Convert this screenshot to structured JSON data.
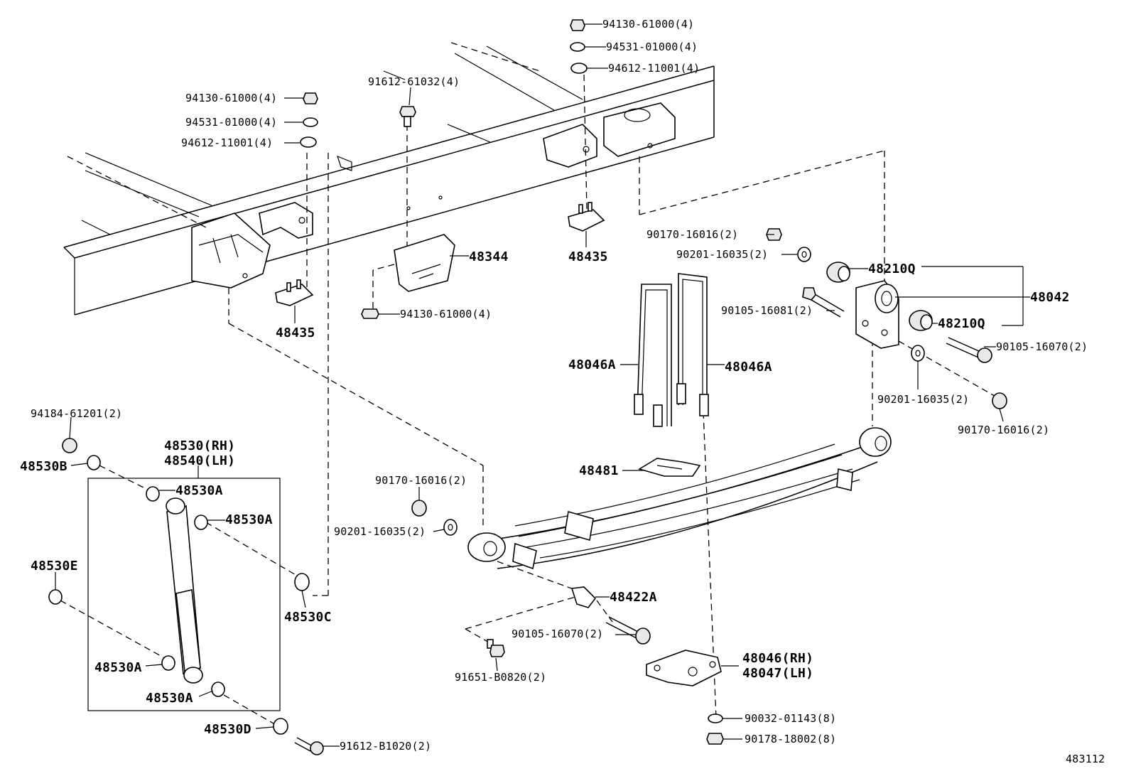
{
  "diagram": {
    "figure_id": "483112",
    "labels": {
      "p_94130_top": "94130-61000(4)",
      "p_94531_top": "94531-01000(4)",
      "p_94612_top": "94612-11001(4)",
      "p_94130_left": "94130-61000(4)",
      "p_94531_left": "94531-01000(4)",
      "p_94612_left": "94612-11001(4)",
      "p_91612_61032": "91612-61032(4)",
      "p_48344": "48344",
      "p_94130_mid": "94130-61000(4)",
      "p_48435_left": "48435",
      "p_48435_right": "48435",
      "p_90170_top": "90170-16016(2)",
      "p_90201_top": "90201-16035(2)",
      "p_48210q_top": "48210Q",
      "p_48042": "48042",
      "p_90105_16081": "90105-16081(2)",
      "p_48210q_bot": "48210Q",
      "p_90105_right": "90105-16070(2)",
      "p_90201_right": "90201-16035(2)",
      "p_90170_right": "90170-16016(2)",
      "p_48046a_left": "48046A",
      "p_48046a_right": "48046A",
      "p_48481": "48481",
      "p_94184": "94184-61201(2)",
      "p_48530_rh": "48530(RH)",
      "p_48540_lh": "48540(LH)",
      "p_48530b": "48530B",
      "p_48530a_1": "48530A",
      "p_48530a_2": "48530A",
      "p_48530e": "48530E",
      "p_48530c": "48530C",
      "p_48530a_3": "48530A",
      "p_48530a_4": "48530A",
      "p_48530d": "48530D",
      "p_91612_b1020": "91612-B1020(2)",
      "p_90170_mid": "90170-16016(2)",
      "p_90201_mid": "90201-16035(2)",
      "p_48422a": "48422A",
      "p_90105_mid": "90105-16070(2)",
      "p_91651": "91651-B0820(2)",
      "p_48046_rh": "48046(RH)",
      "p_48047_lh": "48047(LH)",
      "p_90032": "90032-01143(8)",
      "p_90178": "90178-18002(8)"
    }
  }
}
